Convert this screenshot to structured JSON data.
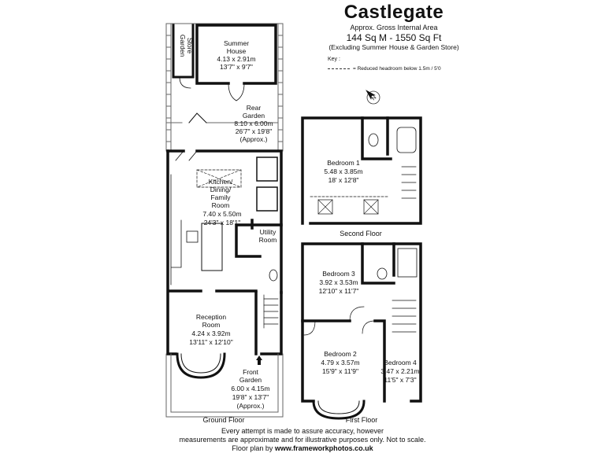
{
  "header": {
    "title": "Castlegate",
    "subtitle": "Approx. Gross Internal Area",
    "area": "144 Sq M  -  1550 Sq Ft",
    "exclusion": "(Excluding Summer House & Garden Store)"
  },
  "key": {
    "label": "Key :",
    "dashed_meaning": "= Reduced headroom below 1.5m / 5'0"
  },
  "rooms": {
    "garden_store": {
      "name_1": "Garden",
      "name_2": "Store"
    },
    "summer_house": {
      "name_1": "Summer",
      "name_2": "House",
      "metric": "4.13 x 2.91m",
      "imperial": "13'7\" x 9'7\""
    },
    "rear_garden": {
      "name_1": "Rear",
      "name_2": "Garden",
      "metric": "8.10 x 6.00m",
      "imperial": "26'7\" x 19'8\"",
      "note": "(Approx.)"
    },
    "kitchen": {
      "name_1": "Kitchen/",
      "name_2": "Dining/",
      "name_3": "Family",
      "name_4": "Room",
      "metric": "7.40 x 5.50m",
      "imperial": "24'3\" x 18'1\""
    },
    "utility": {
      "name_1": "Utility",
      "name_2": "Room"
    },
    "reception": {
      "name_1": "Reception",
      "name_2": "Room",
      "metric": "4.24 x 3.92m",
      "imperial": "13'11\" x 12'10\""
    },
    "front_garden": {
      "name_1": "Front",
      "name_2": "Garden",
      "metric": "6.00 x 4.15m",
      "imperial": "19'8\" x 13'7\"",
      "note": "(Approx.)"
    },
    "bedroom1": {
      "name": "Bedroom 1",
      "metric": "5.48 x 3.85m",
      "imperial": "18' x 12'8\""
    },
    "bedroom3": {
      "name": "Bedroom 3",
      "metric": "3.92 x 3.53m",
      "imperial": "12'10\" x 11'7\""
    },
    "bedroom2": {
      "name": "Bedroom 2",
      "metric": "4.79 x 3.57m",
      "imperial": "15'9\" x 11'9\""
    },
    "bedroom4": {
      "name": "Bedroom 4",
      "metric": "3.47 x 2.21m",
      "imperial": "11'5\" x 7'3\""
    }
  },
  "floors": {
    "ground": "Ground Floor",
    "second": "Second Floor",
    "first": "First Floor"
  },
  "compass": {
    "label": "N"
  },
  "footer": {
    "line1": "Every attempt is made to assure accuracy, however",
    "line2": "measurements are approximate and for illustrative purposes only. Not to scale.",
    "line3_prefix": "Floor plan by ",
    "line3_link": "www.frameworkphotos.co.uk"
  }
}
